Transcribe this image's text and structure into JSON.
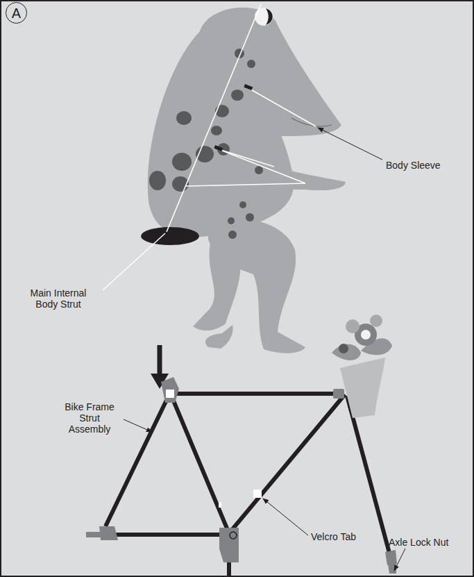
{
  "diagram": {
    "nodes": [
      {
        "text": [
          "A"
        ]
      }
    ],
    "labels": [
      "Body Sleeve",
      "Main Internal Body Strut",
      "Bike Frame Strut Assembly",
      "Velcro Tab",
      "Axle Lock Nut"
    ]
  }
}
